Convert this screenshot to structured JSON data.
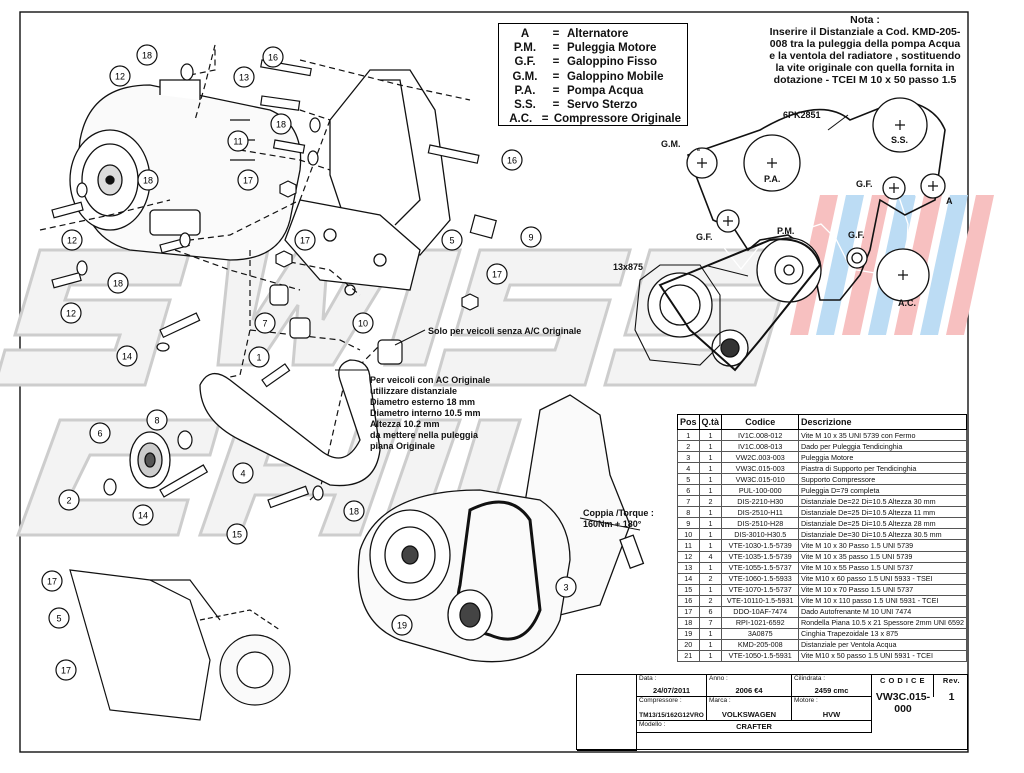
{
  "legend": [
    {
      "key": "A",
      "value": "Alternatore"
    },
    {
      "key": "P.M.",
      "value": "Puleggia Motore"
    },
    {
      "key": "G.F.",
      "value": "Galoppino Fisso"
    },
    {
      "key": "G.M.",
      "value": "Galoppino Mobile"
    },
    {
      "key": "P.A.",
      "value": "Pompa Acqua"
    },
    {
      "key": "S.S.",
      "value": "Servo Sterzo"
    },
    {
      "key": "A.C.",
      "value": "Compressore Originale"
    }
  ],
  "legend_eq": "=",
  "note": {
    "title": "Nota :",
    "lines": [
      "Inserire il Distanziale a Cod. KMD-205-",
      "008 tra la puleggia della pompa Acqua",
      "e la ventola del radiatore , sostituendo",
      "la vite originale con quella fornita in",
      "dotazione - TCEI M 10 x 50 passo 1.5"
    ]
  },
  "belt_diagram": {
    "belt_main": "6PK2851",
    "belt_ac": "13x875",
    "pulleys": {
      "gm": "G.M.",
      "pa": "P.A.",
      "ss": "S.S.",
      "gf_top": "G.F.",
      "a": "A",
      "gf_left": "G.F.",
      "pm": "P.M.",
      "gf_mid": "G.F.",
      "ac": "A.C."
    }
  },
  "callouts": {
    "solo": "Solo per veicoli senza A/C Originale",
    "spacer": [
      "Per veicoli con AC Originale",
      "utilizzare distanziale",
      "Diametro esterno 18 mm",
      "Diametro interno 10.5 mm",
      "Altezza 10.2 mm",
      "da mettere nella puleggia",
      "piana Originale"
    ],
    "torque_line1": "Coppia /Torque :",
    "torque_line2": "160Nm + 180°"
  },
  "part_bubbles": [
    "18",
    "12",
    "13",
    "16",
    "18",
    "11",
    "16",
    "17",
    "18",
    "17",
    "5",
    "9",
    "12",
    "18",
    "12",
    "17",
    "7",
    "10",
    "14",
    "1",
    "8",
    "6",
    "4",
    "2",
    "14",
    "18",
    "15",
    "3",
    "19",
    "17",
    "5",
    "17"
  ],
  "parts_table": {
    "headers": [
      "Pos",
      "Q.tà",
      "Codice",
      "Descrizione"
    ],
    "rows": [
      [
        "1",
        "1",
        "IV1C.008-012",
        "Vite M 10 x 35 UNI 5739 con Fermo"
      ],
      [
        "2",
        "1",
        "IV1C.008-013",
        "Dado per Puleggia Tendicinghia"
      ],
      [
        "3",
        "1",
        "VW2C.003-003",
        "Puleggia Motore"
      ],
      [
        "4",
        "1",
        "VW3C.015-003",
        "Piastra di Supporto per Tendicinghia"
      ],
      [
        "5",
        "1",
        "VW3C.015-010",
        "Supporto Compressore"
      ],
      [
        "6",
        "1",
        "PUL-100-000",
        "Puleggia D=79 completa"
      ],
      [
        "7",
        "2",
        "DIS-2210-H30",
        "Distanziale De=22 Di=10.5 Altezza 30 mm"
      ],
      [
        "8",
        "1",
        "DIS-2510-H11",
        "Distanziale De=25 Di=10.5 Altezza 11 mm"
      ],
      [
        "9",
        "1",
        "DIS-2510-H28",
        "Distanziale De=25 Di=10.5 Altezza 28 mm"
      ],
      [
        "10",
        "1",
        "DIS-3010-H30.5",
        "Distanziale De=30 Di=10.5 Altezza 30.5 mm"
      ],
      [
        "11",
        "1",
        "VTE-1030-1.5-5739",
        "Vite M 10 x 30 Passo 1.5 UNI 5739"
      ],
      [
        "12",
        "4",
        "VTE-1035-1.5-5739",
        "Vite M 10 x 35 passo 1.5 UNI 5739"
      ],
      [
        "13",
        "1",
        "VTE-1055-1.5-5737",
        "Vite M 10 x 55 Passo 1.5 UNI 5737"
      ],
      [
        "14",
        "2",
        "VTE-1060-1.5-5933",
        "Vite M10 x 60 passo 1.5 UNI 5933 - TSEI"
      ],
      [
        "15",
        "1",
        "VTE-1070-1.5-5737",
        "Vite M 10 x 70 Passo 1.5 UNI 5737"
      ],
      [
        "16",
        "2",
        "VTE-10110-1.5-5931",
        "Vite M 10 x 110 passo 1.5 UNI 5931 - TCEI"
      ],
      [
        "17",
        "6",
        "DDO-10AF-7474",
        "Dado Autofrenante M 10 UNI 7474"
      ],
      [
        "18",
        "7",
        "RPI-1021-6592",
        "Rondella Piana 10.5 x 21 Spessore 2mm  UNI 6592"
      ],
      [
        "19",
        "1",
        "3A0875",
        "Cinghia Trapezoidale 13 x 875"
      ],
      [
        "20",
        "1",
        "KMD-205-008",
        "Distanziale per Ventola Acqua"
      ],
      [
        "21",
        "1",
        "VTE-1050-1.5-5931",
        "Vite M10 x 50 passo 1.5 UNI 5931 - TCEI"
      ]
    ]
  },
  "title_block": {
    "data_label": "Data :",
    "data": "24/07/2011",
    "anno_label": "Anno :",
    "anno": "2006 €4",
    "cil_label": "Cilindrata :",
    "cil": "2459 cmc",
    "comp_label": "Compressore :",
    "comp": "TM13/15/162G12VRO",
    "marca_label": "Marca :",
    "marca": "VOLKSWAGEN",
    "motore_label": "Motore :",
    "motore": "HVW",
    "modello_label": "Modello :",
    "modello": "CRAFTER",
    "codice_label": "C O D I C E",
    "codice": "VW3C.015-000",
    "rev_label": "Rev.",
    "rev": "1"
  },
  "colors": {
    "line": "#111111",
    "watermark_fill": "#f2f2f2",
    "watermark_stroke": "#cfcfcf",
    "stripe_red": "#f6b3b3",
    "stripe_blue": "#b9d9f3"
  }
}
